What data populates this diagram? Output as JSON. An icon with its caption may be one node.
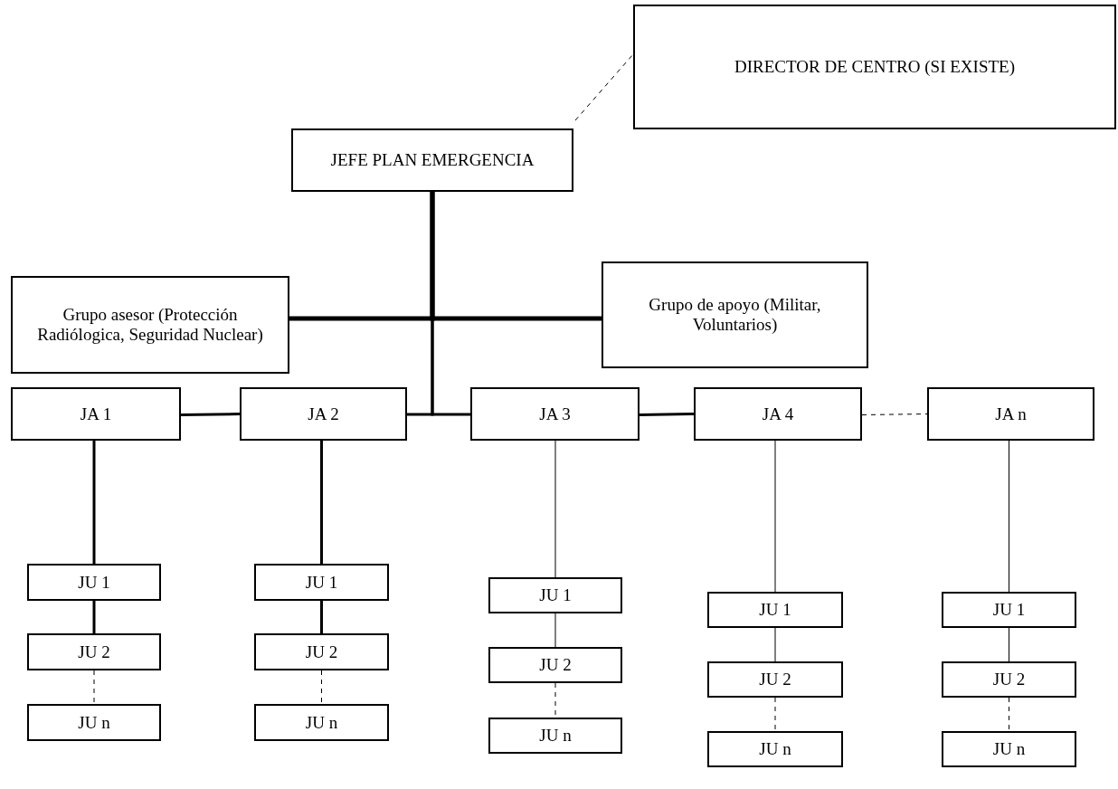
{
  "diagram": {
    "nodes": [
      {
        "text": [
          "DIRECTOR DE CENTRO (SI EXISTE)"
        ]
      },
      {
        "text": [
          "JEFE PLAN EMERGENCIA"
        ]
      },
      {
        "text": [
          "Grupo asesor (Protección Radiólogica, Seguridad Nuclear)"
        ]
      },
      {
        "text": [
          "Grupo de apoyo (Militar, Voluntarios)"
        ]
      },
      {
        "text": [
          "JA 1"
        ]
      },
      {
        "text": [
          "JA 2"
        ]
      },
      {
        "text": [
          "JA 3"
        ]
      },
      {
        "text": [
          "JA 4"
        ]
      },
      {
        "text": [
          "JA n"
        ]
      },
      {
        "text": [
          "JU 1"
        ]
      },
      {
        "text": [
          "JU 2"
        ]
      },
      {
        "text": [
          "JU n"
        ]
      },
      {
        "text": [
          "JU 1"
        ]
      },
      {
        "text": [
          "JU 2"
        ]
      },
      {
        "text": [
          "JU n"
        ]
      },
      {
        "text": [
          "JU 1"
        ]
      },
      {
        "text": [
          "JU 2"
        ]
      },
      {
        "text": [
          "JU n"
        ]
      },
      {
        "text": [
          "JU 1"
        ]
      },
      {
        "text": [
          "JU 2"
        ]
      },
      {
        "text": [
          "JU n"
        ]
      },
      {
        "text": [
          "JU 1"
        ]
      },
      {
        "text": [
          "JU 2"
        ]
      },
      {
        "text": [
          "JU n"
        ]
      }
    ],
    "edges": [
      {
        "from": 1,
        "to": 0,
        "arrow": "none",
        "style": "dashed"
      },
      {
        "from": 1,
        "to": 2,
        "arrow": "none",
        "style": "thick"
      },
      {
        "from": 1,
        "to": 3,
        "arrow": "none",
        "style": "thick"
      },
      {
        "from": 1,
        "to": 5,
        "arrow": "none",
        "style": "thick"
      },
      {
        "from": 1,
        "to": 6,
        "arrow": "none",
        "style": "thick"
      },
      {
        "from": 4,
        "to": 5,
        "arrow": "none",
        "style": "thick"
      },
      {
        "from": 6,
        "to": 7,
        "arrow": "none",
        "style": "thick"
      },
      {
        "from": 7,
        "to": 8,
        "arrow": "none",
        "style": "dashed"
      },
      {
        "from": 4,
        "to": 9,
        "arrow": "none",
        "style": "thick"
      },
      {
        "from": 9,
        "to": 10,
        "arrow": "none",
        "style": "thick"
      },
      {
        "from": 10,
        "to": 11,
        "arrow": "none",
        "style": "dashed"
      },
      {
        "from": 5,
        "to": 12,
        "arrow": "none",
        "style": "thick"
      },
      {
        "from": 12,
        "to": 13,
        "arrow": "none",
        "style": "thick"
      },
      {
        "from": 13,
        "to": 14,
        "arrow": "none",
        "style": "dashed"
      },
      {
        "from": 6,
        "to": 15,
        "arrow": "none"
      },
      {
        "from": 15,
        "to": 16,
        "arrow": "none"
      },
      {
        "from": 16,
        "to": 17,
        "arrow": "none",
        "style": "dashed"
      },
      {
        "from": 7,
        "to": 18,
        "arrow": "none"
      },
      {
        "from": 18,
        "to": 19,
        "arrow": "none"
      },
      {
        "from": 19,
        "to": 20,
        "arrow": "none",
        "style": "dashed"
      },
      {
        "from": 8,
        "to": 21,
        "arrow": "none"
      },
      {
        "from": 21,
        "to": 22,
        "arrow": "none"
      },
      {
        "from": 22,
        "to": 23,
        "arrow": "none",
        "style": "dashed"
      }
    ]
  }
}
